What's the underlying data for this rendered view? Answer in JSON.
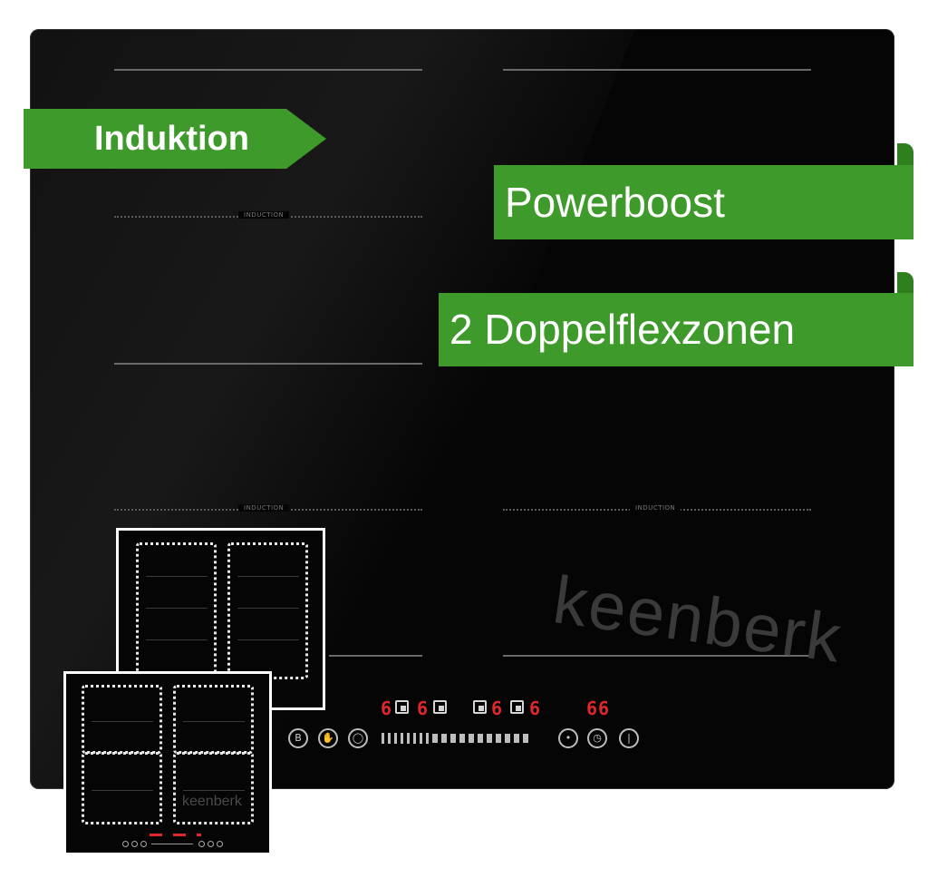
{
  "banners": {
    "induktion": "Induktion",
    "powerboost": "Powerboost",
    "flexzones": "2 Doppelflexzonen"
  },
  "cooktop": {
    "zone_label": "INDUCTION",
    "watermark": "keenberk",
    "display_digit": "6",
    "controls": {
      "left": [
        "B",
        "lock",
        "pause"
      ],
      "right": [
        "minus-timer",
        "clock",
        "power"
      ]
    }
  },
  "colors": {
    "banner_green": "#3e9a2a",
    "display_red": "#e0282b",
    "glass_black": "#050505"
  }
}
